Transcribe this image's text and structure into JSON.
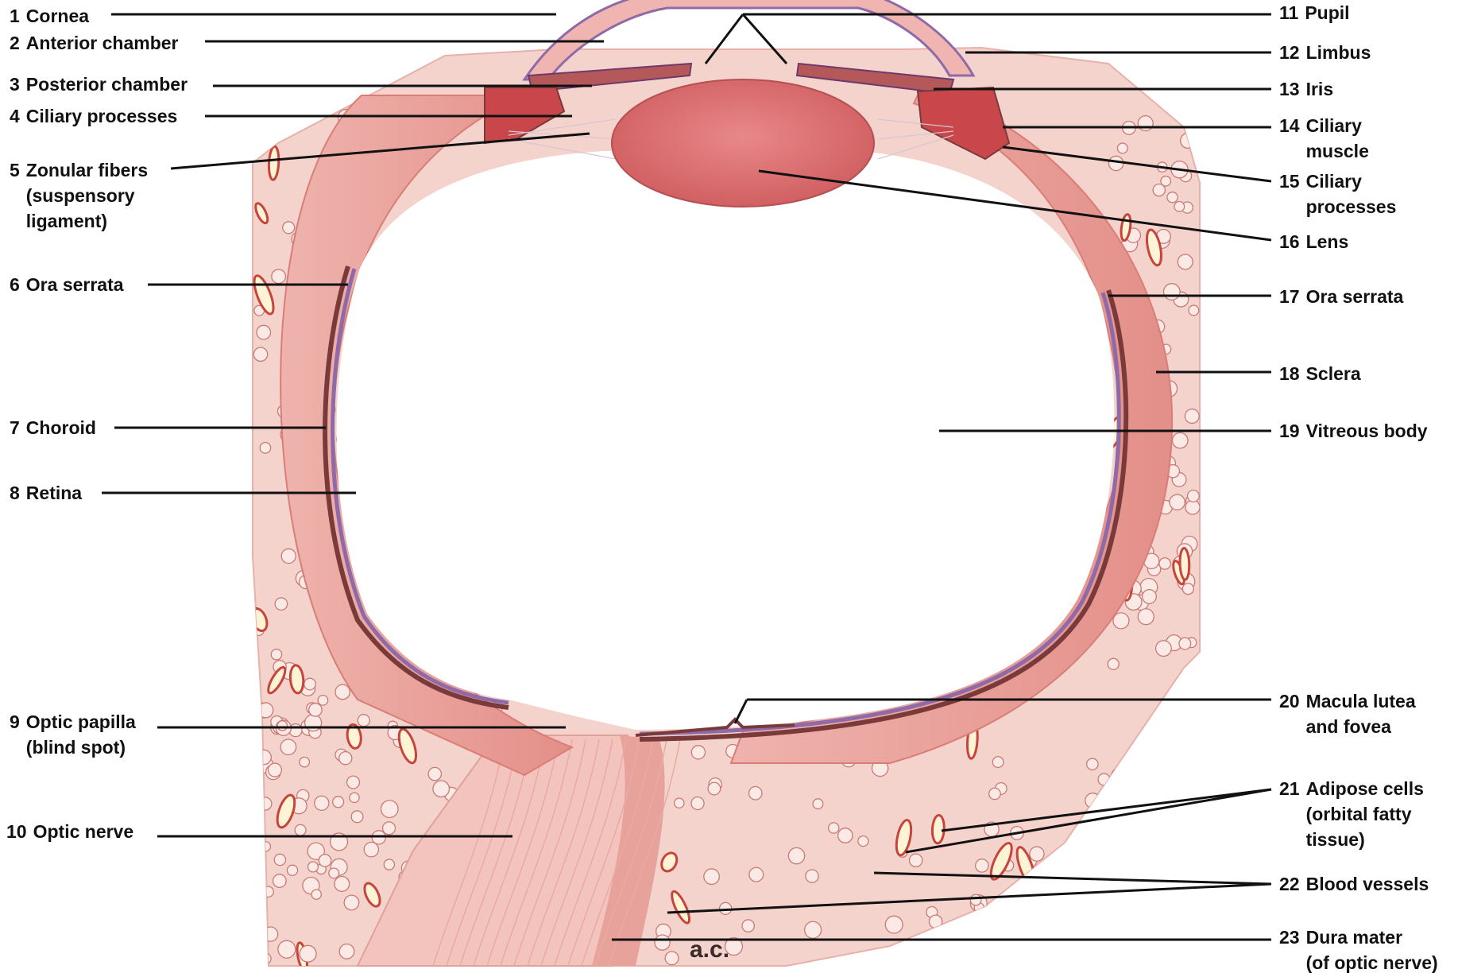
{
  "labels": {
    "1": {
      "num": "1",
      "text": "Cornea"
    },
    "2": {
      "num": "2",
      "text": "Anterior chamber"
    },
    "3": {
      "num": "3",
      "text": "Posterior chamber"
    },
    "4": {
      "num": "4",
      "text": "Ciliary processes"
    },
    "5": {
      "num": "5",
      "text": "Zonular fibers\n(suspensory\nligament)"
    },
    "6": {
      "num": "6",
      "text": "Ora serrata"
    },
    "7": {
      "num": "7",
      "text": "Choroid"
    },
    "8": {
      "num": "8",
      "text": "Retina"
    },
    "9": {
      "num": "9",
      "text": "Optic papilla\n(blind spot)"
    },
    "10": {
      "num": "10",
      "text": "Optic nerve"
    },
    "11": {
      "num": "11",
      "text": "Pupil"
    },
    "12": {
      "num": "12",
      "text": "Limbus"
    },
    "13": {
      "num": "13",
      "text": "Iris"
    },
    "14": {
      "num": "14",
      "text": "Ciliary\nmuscle"
    },
    "15": {
      "num": "15",
      "text": "Ciliary\nprocesses"
    },
    "16": {
      "num": "16",
      "text": "Lens"
    },
    "17": {
      "num": "17",
      "text": "Ora serrata"
    },
    "18": {
      "num": "18",
      "text": "Sclera"
    },
    "19": {
      "num": "19",
      "text": "Vitreous body"
    },
    "20": {
      "num": "20",
      "text": "Macula lutea\nand fovea"
    },
    "21": {
      "num": "21",
      "text": "Adipose cells\n(orbital fatty\ntissue)"
    },
    "22": {
      "num": "22",
      "text": "Blood vessels"
    },
    "23": {
      "num": "23",
      "text": "Dura mater\n(of optic nerve)"
    }
  },
  "artist_initials": "a.c.",
  "colors": {
    "tissue": "#f3c9c3",
    "sclera": "#e99a94",
    "choroid": "#7a3a3a",
    "retina": "#8e6aa8",
    "lens": "#d9696a",
    "vessel": "#c6443a",
    "background": "#ffffff",
    "leader": "#111111"
  }
}
